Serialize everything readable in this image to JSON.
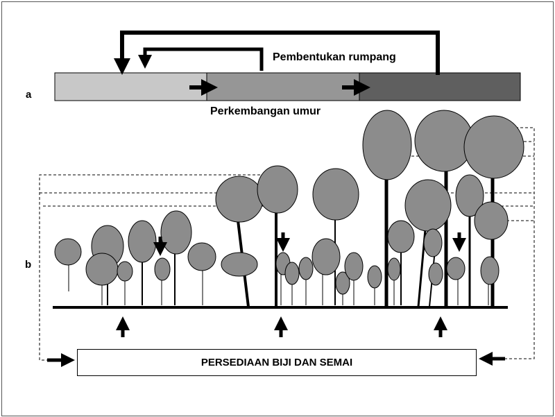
{
  "labels": {
    "part_a": "a",
    "part_b": "b",
    "gap_formation": "Pembentukan rumpang",
    "age_development": "Perkembangan umur",
    "seed_stock": "PERSEDIAAN BIJI DAN SEMAI"
  },
  "stage_colors": [
    "#c8c8c8",
    "#969696",
    "#5f5f5f"
  ],
  "crown_color": "#8c8c8c"
}
